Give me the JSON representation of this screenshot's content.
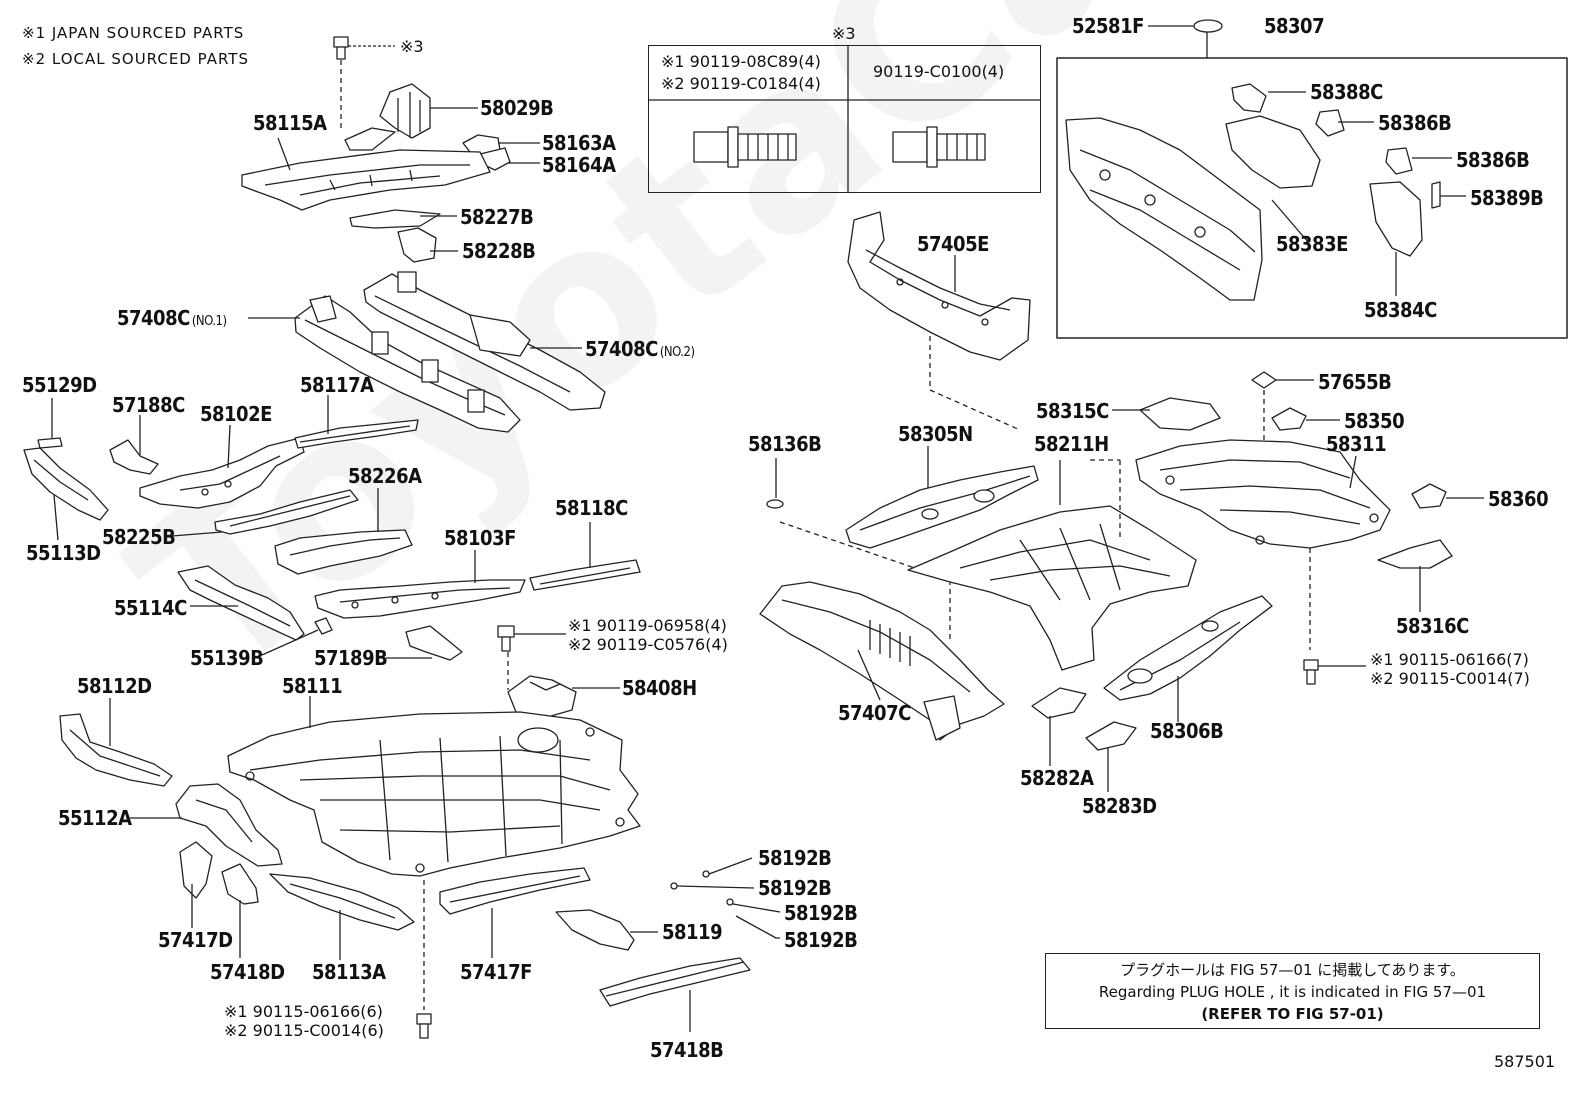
{
  "notes": {
    "japan": "※1  JAPAN SOURCED PARTS",
    "local": "※2  LOCAL SOURCED PARTS"
  },
  "bolt_table": {
    "title": "※3",
    "left_line1": "※1 90119-08C89(4)",
    "left_line2": "※2 90119-C0184(4)",
    "right": "90119-C0100(4)"
  },
  "labels": {
    "p58115A": "58115A",
    "p58029B": "58029B",
    "p58163A": "58163A",
    "p58164A": "58164A",
    "p58227B": "58227B",
    "p58228B": "58228B",
    "p57408C_1": "57408C",
    "p57408C_1_suffix": "(NO.1)",
    "p57408C_2": "57408C",
    "p57408C_2_suffix": "(NO.2)",
    "p55129D": "55129D",
    "p57188C": "57188C",
    "p58102E": "58102E",
    "p58117A": "58117A",
    "p55113D": "55113D",
    "p58225B": "58225B",
    "p58226A": "58226A",
    "p58103F": "58103F",
    "p58118C": "58118C",
    "p55114C": "55114C",
    "p55139B": "55139B",
    "p57189B": "57189B",
    "bolt_mid_1": "※1 90119-06958(4)",
    "bolt_mid_2": "※2 90119-C0576(4)",
    "p58408H": "58408H",
    "p58112D": "58112D",
    "p58111": "58111",
    "p55112A": "55112A",
    "p57417D": "57417D",
    "p57418D": "57418D",
    "p58113A": "58113A",
    "p57417F": "57417F",
    "p58119": "58119",
    "p58192B_1": "58192B",
    "p58192B_2": "58192B",
    "p58192B_3": "58192B",
    "p58192B_4": "58192B",
    "bolt_bot_1": "※1 90115-06166(6)",
    "bolt_bot_2": "※2 90115-C0014(6)",
    "p57418B": "57418B",
    "p52581F": "52581F",
    "p58307": "58307",
    "p58388C": "58388C",
    "p58386B_1": "58386B",
    "p58386B_2": "58386B",
    "p58389B": "58389B",
    "p58383E": "58383E",
    "p58384C": "58384C",
    "p57405E": "57405E",
    "p57655B": "57655B",
    "p58315C": "58315C",
    "p58350": "58350",
    "p58136B": "58136B",
    "p58305N": "58305N",
    "p58211H": "58211H",
    "p58311": "58311",
    "p58360": "58360",
    "p58316C": "58316C",
    "bolt_right_1": "※1 90115-06166(7)",
    "bolt_right_2": "※2 90115-C0014(7)",
    "p57407C": "57407C",
    "p58306B": "58306B",
    "p58282A": "58282A",
    "p58283D": "58283D",
    "pos_top": "※3"
  },
  "plug_note": {
    "line1": "プラグホールは FIG 57—01 に掲載してあります。",
    "line2": "Regarding  PLUG  HOLE , it is indicated in FIG  57—01",
    "line3": "(REFER TO FIG 57-01)"
  },
  "figure_number": "587501",
  "watermark": "ToyotaCarMine.ru"
}
